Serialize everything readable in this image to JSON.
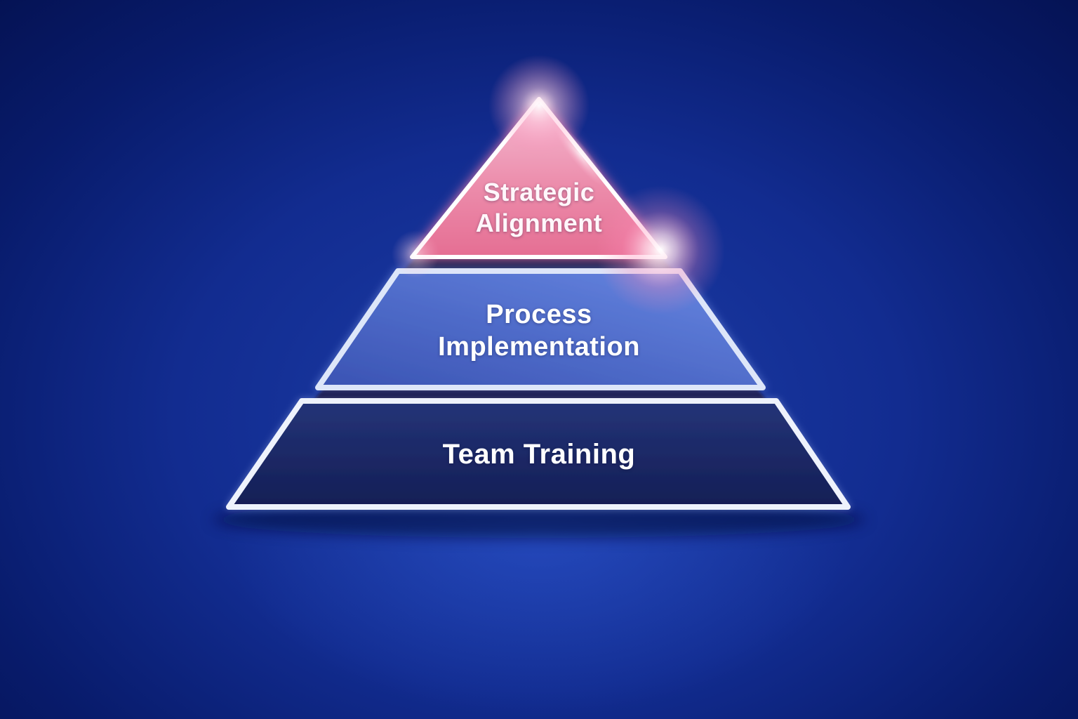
{
  "diagram": {
    "type": "pyramid",
    "tier_count": 3,
    "tiers": [
      {
        "level": 1,
        "label": "Strategic Alignment",
        "shape": "triangle",
        "fill_top": "#f4bcd3",
        "fill_mid": "#ec8cab",
        "fill_bottom": "#e56e93",
        "border": "#ffffff",
        "glow": "#ff86b4",
        "text_color": "#ffffff"
      },
      {
        "level": 2,
        "label": "Process Implementation",
        "shape": "trapezoid",
        "fill_top": "#6787e2",
        "fill_bottom": "#3a53b3",
        "border": "#dde6f9",
        "glow": "#9fb6ff",
        "text_color": "#ffffff"
      },
      {
        "level": 3,
        "label": "Team Training",
        "shape": "trapezoid",
        "fill_top": "#243478",
        "fill_bottom": "#141e55",
        "border": "#eef2fc",
        "glow": "#c3d2ff",
        "text_color": "#ffffff"
      }
    ],
    "background": {
      "center": "#1c3da8",
      "edge": "#041150"
    },
    "shadow_color": "#0c1347"
  }
}
